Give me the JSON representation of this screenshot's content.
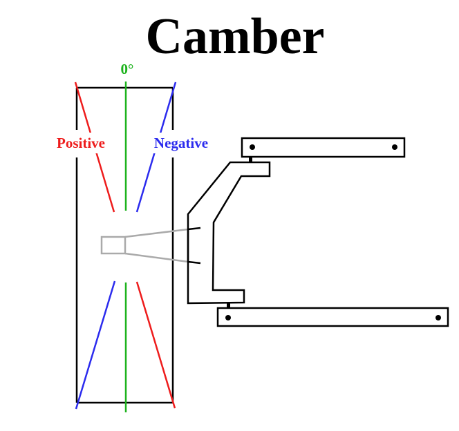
{
  "title": "Camber",
  "labels": {
    "zero": "0°",
    "positive": "Positive",
    "negative": "Negative"
  },
  "colors": {
    "zero": "#1db31d",
    "positive": "#ee1c1c",
    "negative": "#2b2bee",
    "outline": "#000000",
    "hub": "#aaaaaa"
  },
  "components": [
    "wheel",
    "hub",
    "steering-knuckle",
    "upper-control-arm",
    "lower-control-arm"
  ]
}
